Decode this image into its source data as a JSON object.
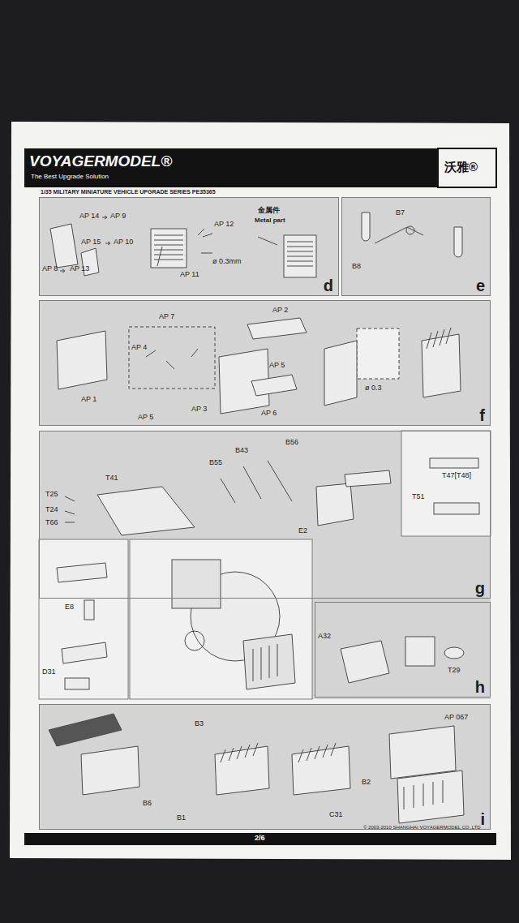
{
  "diagram": {
    "title": "VOYAGERMODEL®",
    "nodes": [
      {
        "text": [
          "d"
        ]
      },
      {
        "text": [
          "e"
        ]
      },
      {
        "text": [
          "f"
        ]
      },
      {
        "text": [
          "g"
        ]
      },
      {
        "text": [
          "h"
        ]
      },
      {
        "text": [
          "i"
        ]
      }
    ],
    "labels": [
      "The Best Upgrade Solution",
      "沃雅®",
      "1/35 MILITARY MINIATURE VEHICLE UPGRADE SERIES PE35365",
      "AP 14",
      "AP 9",
      "AP 15",
      "AP 10",
      "AP 12",
      "金属件",
      "Metal part",
      "ø 0.3mm",
      "AP 8",
      "AP 13",
      "AP 11",
      "B7",
      "B8",
      "AP 7",
      "AP 2",
      "AP 4",
      "AP 1",
      "AP 5",
      "AP 3",
      "AP 5",
      "AP 6",
      "ø 0.3",
      "T41",
      "T25",
      "T24",
      "T66",
      "B55",
      "B43",
      "B56",
      "E2",
      "T47[T48]",
      "T51",
      "E8",
      "D31",
      "A32",
      "T29",
      "B6",
      "B3",
      "B1",
      "B2",
      "C31",
      "AP 067",
      "2/6",
      "© 2003-2010 SHANGHAI VOYAGERMODEL CO.,LTD"
    ]
  }
}
